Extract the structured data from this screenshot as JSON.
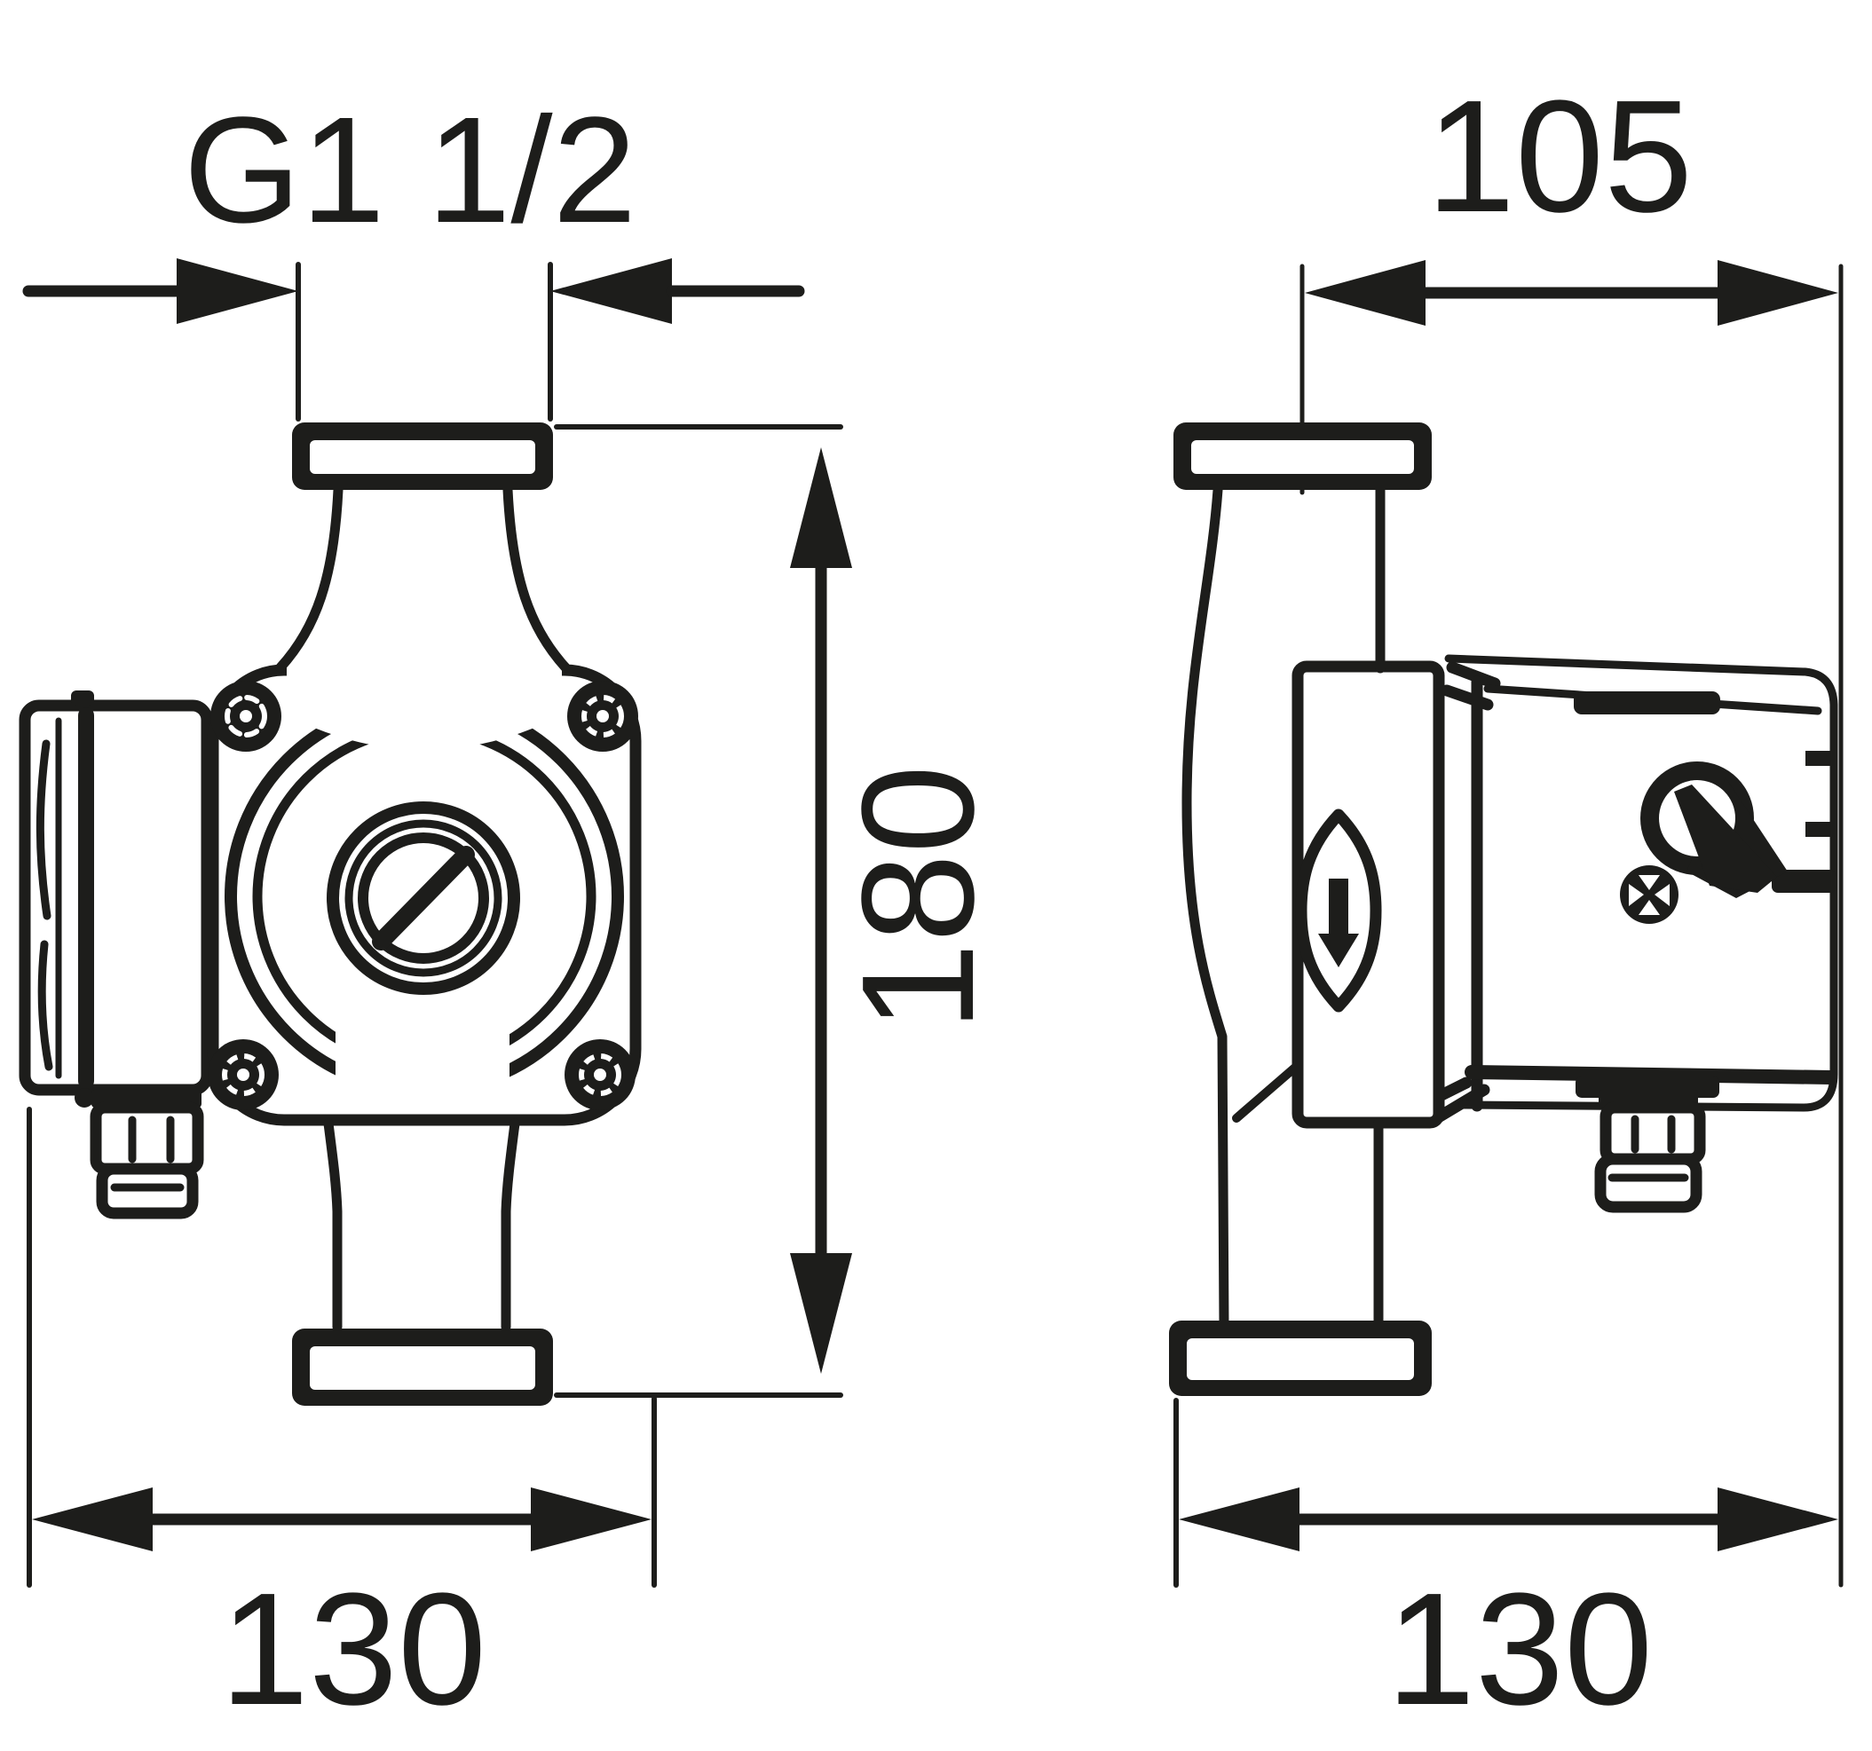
{
  "diagram": {
    "background_color": "#ffffff",
    "ink_color": "#1d1d1b",
    "front_view": {
      "thread_label": "G1 1/2",
      "height_label": "180",
      "width_label": "130"
    },
    "side_view": {
      "depth_label": "105",
      "width_label": "130"
    },
    "icons": {
      "flow_direction_icon": "down-arrow",
      "plug_icon": "slotted-screw-plug",
      "corner_screw_icon": "screw-head",
      "terminal_screw_icon": "phillips-screw",
      "knob_icon": "speed-selector-pointer"
    }
  }
}
